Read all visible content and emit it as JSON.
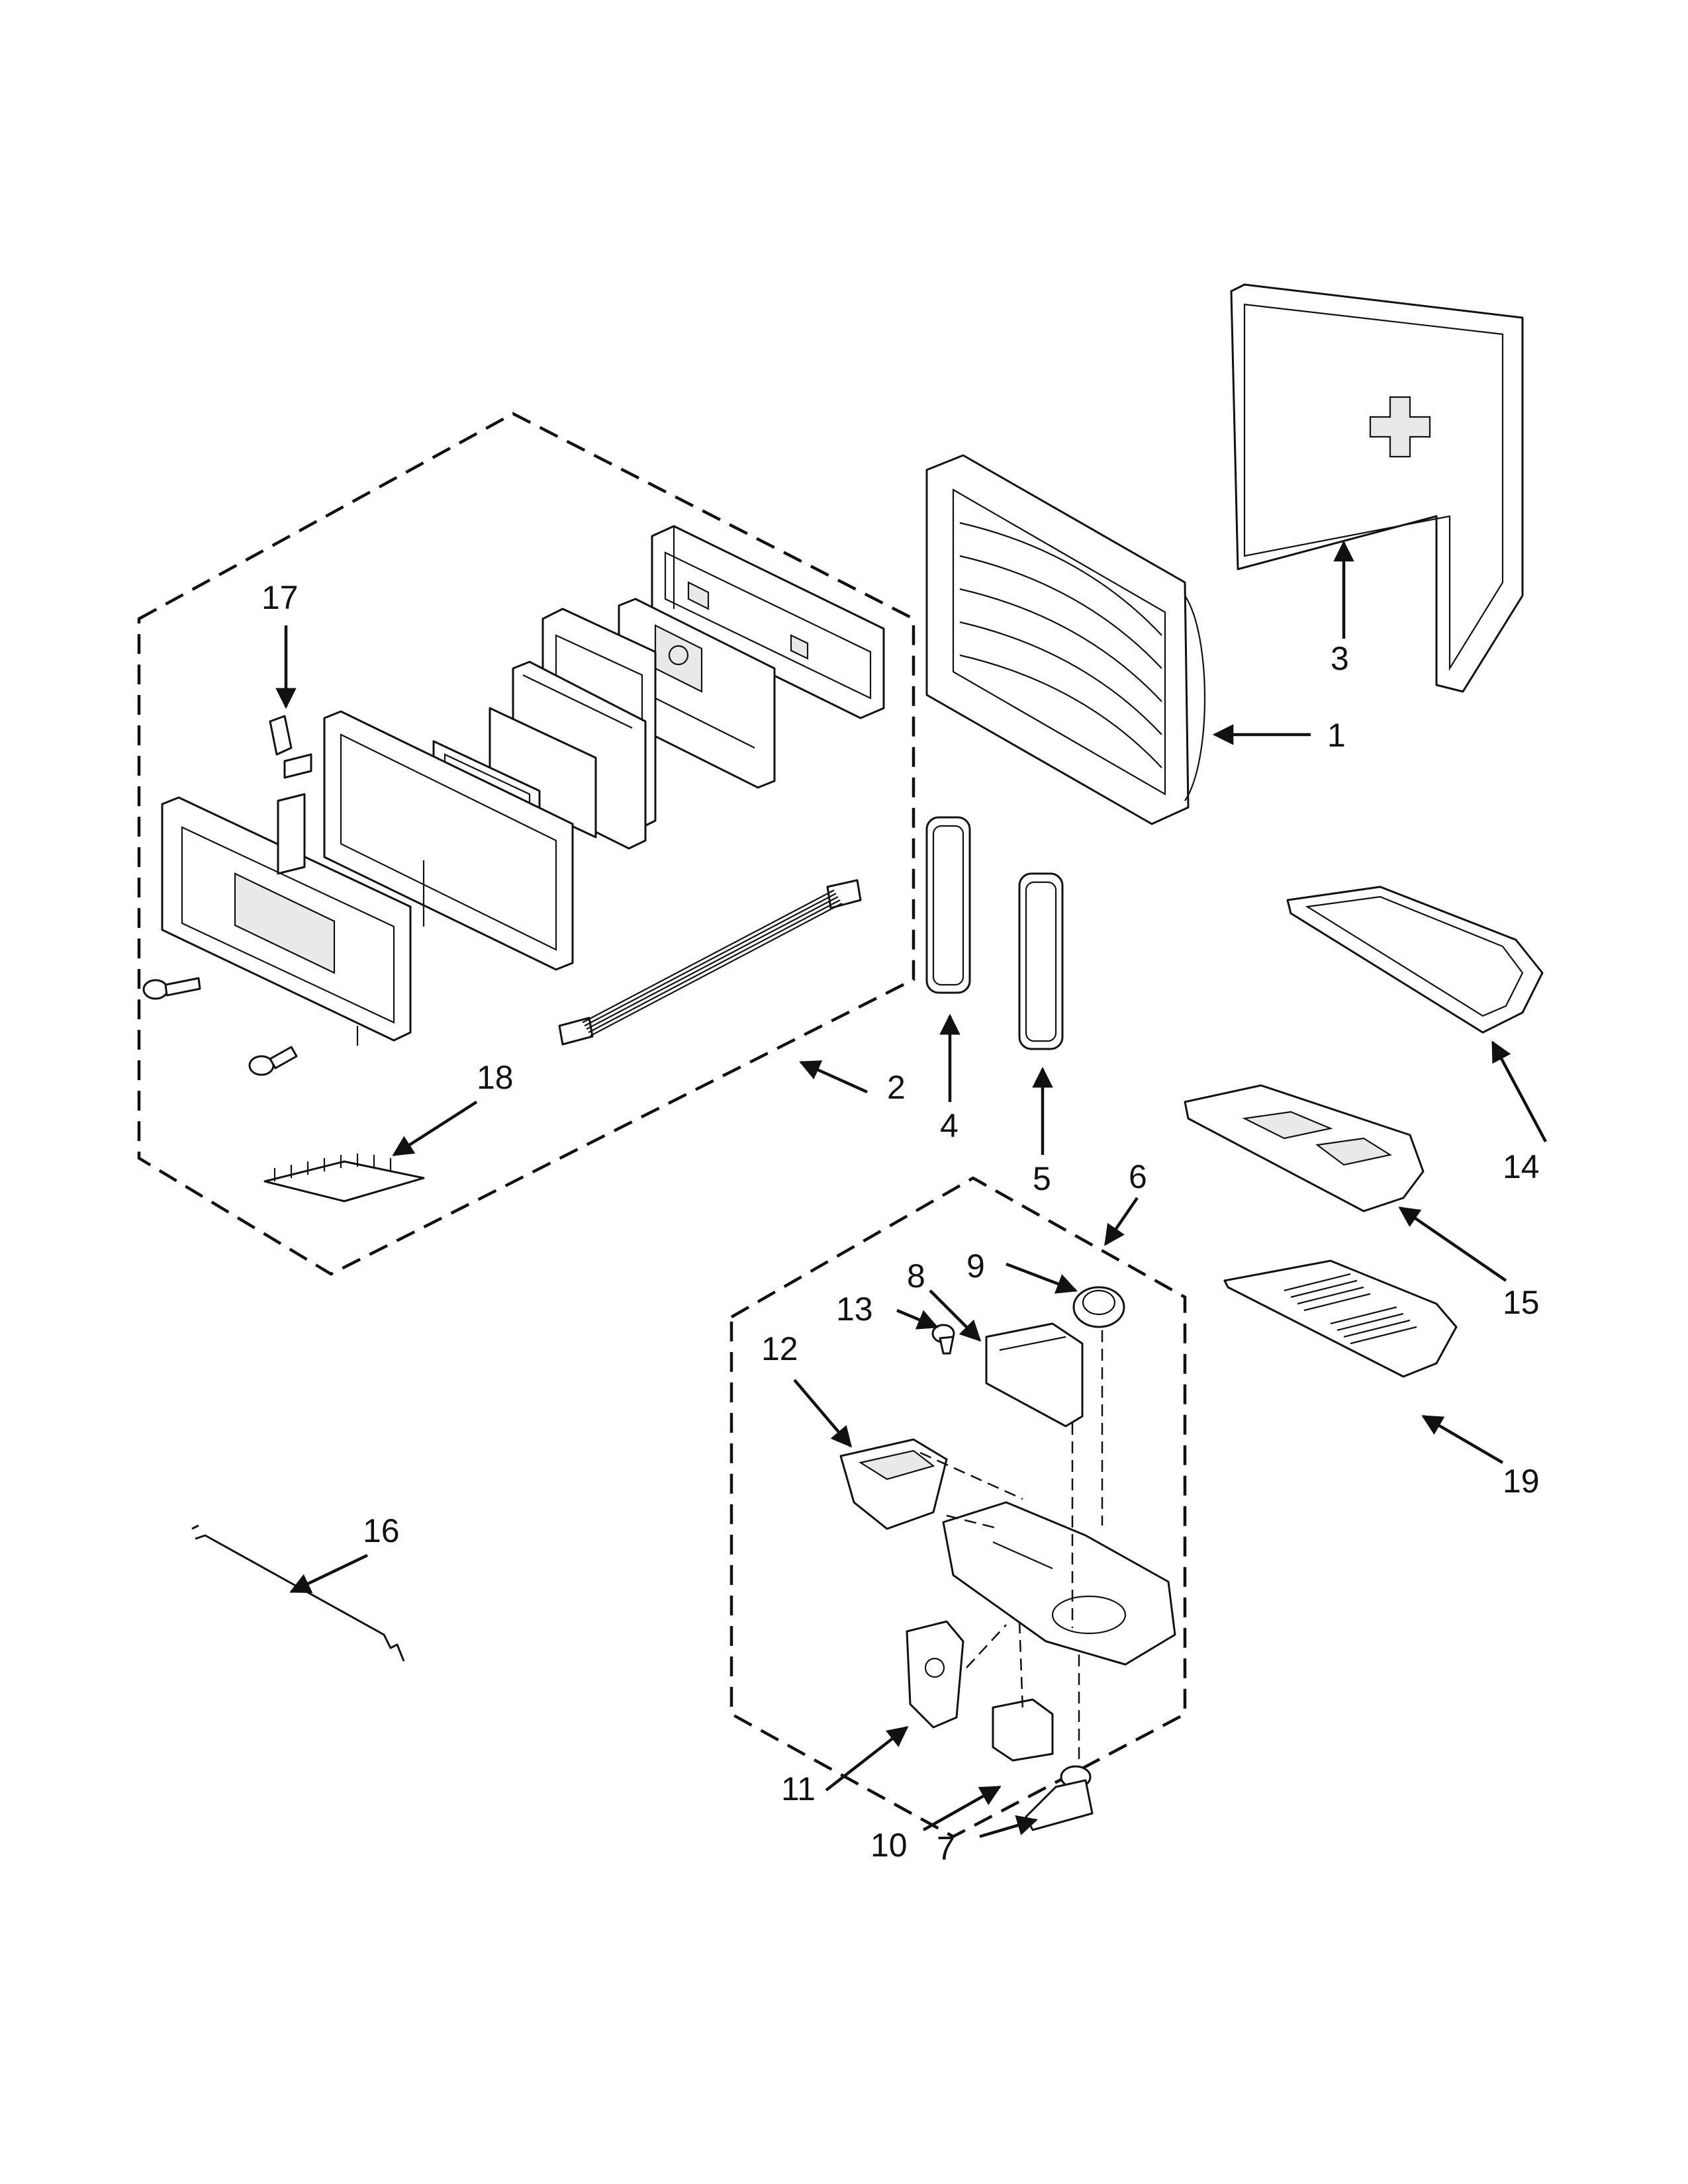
{
  "diagram": {
    "callouts": [
      {
        "id": "1",
        "label": "1"
      },
      {
        "id": "2",
        "label": "2"
      },
      {
        "id": "3",
        "label": "3"
      },
      {
        "id": "4",
        "label": "4"
      },
      {
        "id": "5",
        "label": "5"
      },
      {
        "id": "6",
        "label": "6"
      },
      {
        "id": "7",
        "label": "7"
      },
      {
        "id": "8",
        "label": "8"
      },
      {
        "id": "9",
        "label": "9"
      },
      {
        "id": "10",
        "label": "10"
      },
      {
        "id": "11",
        "label": "11"
      },
      {
        "id": "12",
        "label": "12"
      },
      {
        "id": "13",
        "label": "13"
      },
      {
        "id": "14",
        "label": "14"
      },
      {
        "id": "15",
        "label": "15"
      },
      {
        "id": "16",
        "label": "16"
      },
      {
        "id": "17",
        "label": "17"
      },
      {
        "id": "18",
        "label": "18"
      },
      {
        "id": "19",
        "label": "19"
      }
    ]
  },
  "colors": {
    "ink": "#111111",
    "paper": "#ffffff",
    "shade": "#e9e9e9"
  }
}
